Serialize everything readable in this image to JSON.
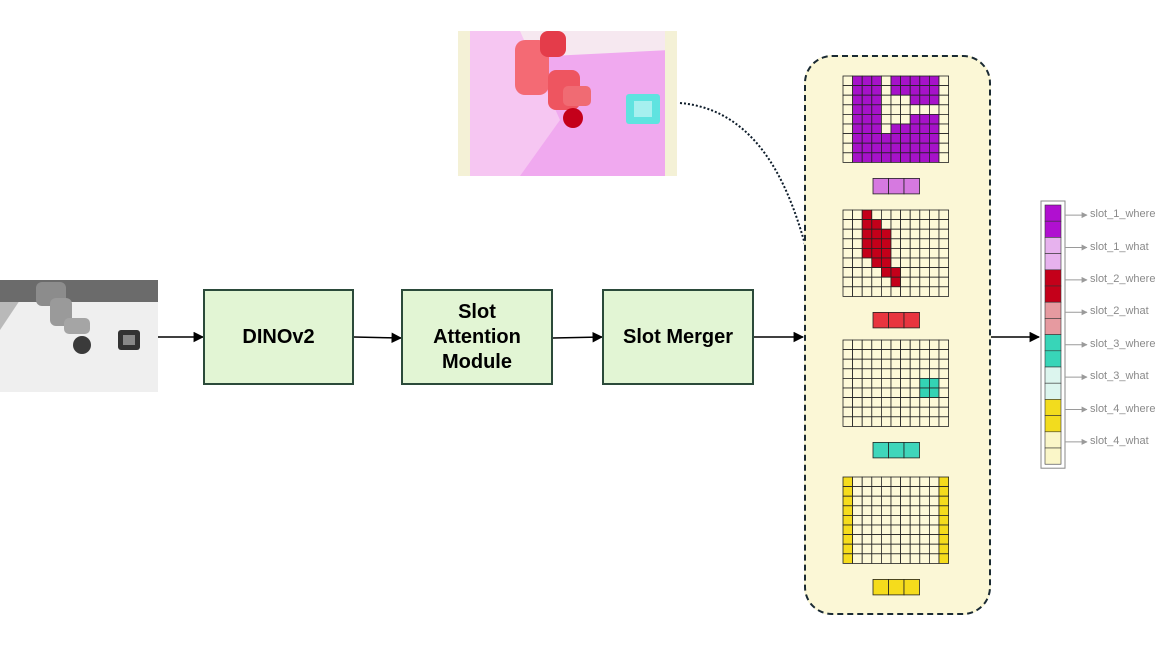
{
  "pipeline": {
    "blocks": [
      {
        "id": "dinov2",
        "label": "DINOv2"
      },
      {
        "id": "slot-attention",
        "label": "Slot\nAttention\nModule"
      },
      {
        "id": "slot-merger",
        "label": "Slot Merger"
      }
    ]
  },
  "slots": [
    {
      "name": "slot_1",
      "color": "#a612c9",
      "light": "#d679e0",
      "mask": "c-shape"
    },
    {
      "name": "slot_2",
      "color": "#c4001a",
      "light": "#e8353f",
      "mask": "robot-arm"
    },
    {
      "name": "slot_3",
      "color": "#33d3b4",
      "light": "#3fd6bb",
      "mask": "cube"
    },
    {
      "name": "slot_4",
      "color": "#f5dc1c",
      "light": "#f5dc1c",
      "mask": "borders"
    }
  ],
  "output_vector": {
    "labels": [
      "slot_1_where",
      "slot_1_what",
      "slot_2_where",
      "slot_2_what",
      "slot_3_where",
      "slot_3_what",
      "slot_4_where",
      "slot_4_what"
    ],
    "colors": [
      "#b010d0",
      "#e7b2ee",
      "#c4001a",
      "#e69aa0",
      "#38d5b8",
      "#dcf5ee",
      "#f2dc1e",
      "#faf6c8"
    ]
  },
  "colors": {
    "box_fill": "#e2f5d4",
    "box_border": "#2b4a3a",
    "panel_fill": "#fbf7d6",
    "grid_cell": "#fdf9d8"
  }
}
